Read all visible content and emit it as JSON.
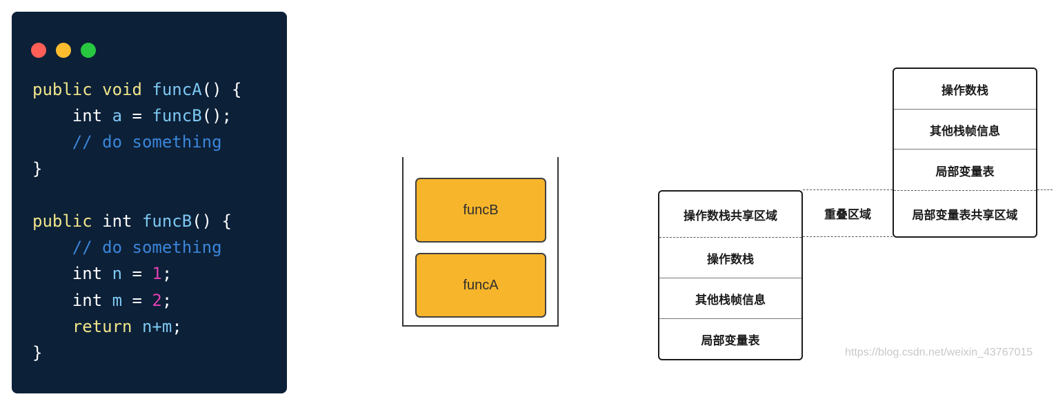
{
  "code_panel": {
    "background": "#0c2038",
    "window_buttons": [
      {
        "name": "close",
        "color": "#ff5f57"
      },
      {
        "name": "minimize",
        "color": "#febc2e"
      },
      {
        "name": "maximize",
        "color": "#28c840"
      }
    ],
    "colors": {
      "keyword": "#f1e58a",
      "identifier": "#7ec8f2",
      "plain": "#ffffff",
      "comment": "#3b86d9",
      "number": "#e23fb3"
    },
    "lines": [
      [
        {
          "t": "public void ",
          "c": "keyword"
        },
        {
          "t": "funcA",
          "c": "identifier"
        },
        {
          "t": "() {",
          "c": "plain"
        }
      ],
      [
        {
          "t": "    int ",
          "c": "plain"
        },
        {
          "t": "a",
          "c": "identifier"
        },
        {
          "t": " = ",
          "c": "plain"
        },
        {
          "t": "funcB",
          "c": "identifier"
        },
        {
          "t": "();",
          "c": "plain"
        }
      ],
      [
        {
          "t": "    // do something",
          "c": "comment"
        }
      ],
      [
        {
          "t": "}",
          "c": "plain"
        }
      ],
      [],
      [
        {
          "t": "public ",
          "c": "keyword"
        },
        {
          "t": "int ",
          "c": "plain"
        },
        {
          "t": "funcB",
          "c": "identifier"
        },
        {
          "t": "() {",
          "c": "plain"
        }
      ],
      [
        {
          "t": "    // do something",
          "c": "comment"
        }
      ],
      [
        {
          "t": "    int ",
          "c": "plain"
        },
        {
          "t": "n",
          "c": "identifier"
        },
        {
          "t": " = ",
          "c": "plain"
        },
        {
          "t": "1",
          "c": "number"
        },
        {
          "t": ";",
          "c": "plain"
        }
      ],
      [
        {
          "t": "    int ",
          "c": "plain"
        },
        {
          "t": "m",
          "c": "identifier"
        },
        {
          "t": " = ",
          "c": "plain"
        },
        {
          "t": "2",
          "c": "number"
        },
        {
          "t": ";",
          "c": "plain"
        }
      ],
      [
        {
          "t": "    return ",
          "c": "keyword"
        },
        {
          "t": "n+m",
          "c": "identifier"
        },
        {
          "t": ";",
          "c": "plain"
        }
      ],
      [
        {
          "t": "}",
          "c": "plain"
        }
      ]
    ]
  },
  "call_stack": {
    "frame_color": "#f7b52b",
    "frames": [
      {
        "label": "funcB"
      },
      {
        "label": "funcA"
      }
    ]
  },
  "frame_overlap": {
    "upper_frame": {
      "sections": [
        "操作数栈",
        "其他栈帧信息",
        "局部变量表",
        "局部变量表共享区域"
      ]
    },
    "overlap_label": "重叠区域",
    "lower_frame": {
      "sections": [
        "操作数栈共享区域",
        "操作数栈",
        "其他栈帧信息",
        "局部变量表"
      ]
    }
  },
  "watermark": "https://blog.csdn.net/weixin_43767015"
}
